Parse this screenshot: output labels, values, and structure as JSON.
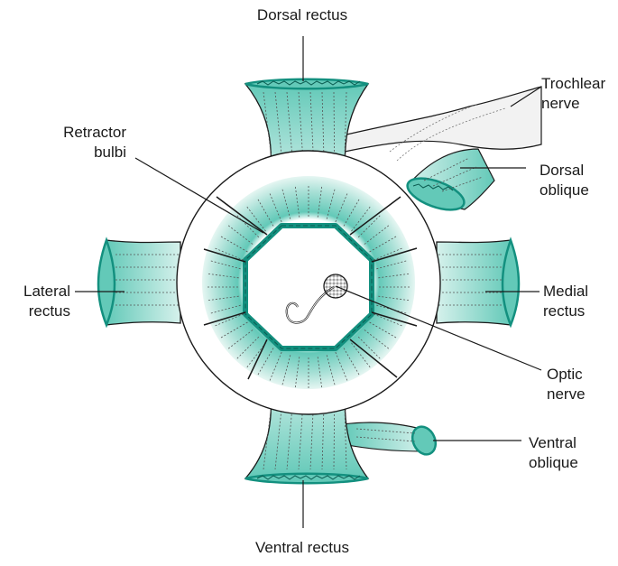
{
  "colors": {
    "muscle_fill": "#63c9b8",
    "muscle_light": "#d6f1ec",
    "muscle_edge": "#13907f",
    "line": "#1a1a1a",
    "globe": "#ffffff"
  },
  "labels": {
    "dorsal_rectus": "Dorsal rectus",
    "trochlear_nerve": [
      "Trochlear",
      "nerve"
    ],
    "retractor_bulbi": [
      "Retractor",
      "bulbi"
    ],
    "dorsal_oblique": [
      "Dorsal",
      "oblique"
    ],
    "lateral_rectus": [
      "Lateral",
      "rectus"
    ],
    "medial_rectus": [
      "Medial",
      "rectus"
    ],
    "optic_nerve": [
      "Optic",
      "nerve"
    ],
    "ventral_oblique": [
      "Ventral",
      "oblique"
    ],
    "ventral_rectus": "Ventral rectus"
  }
}
